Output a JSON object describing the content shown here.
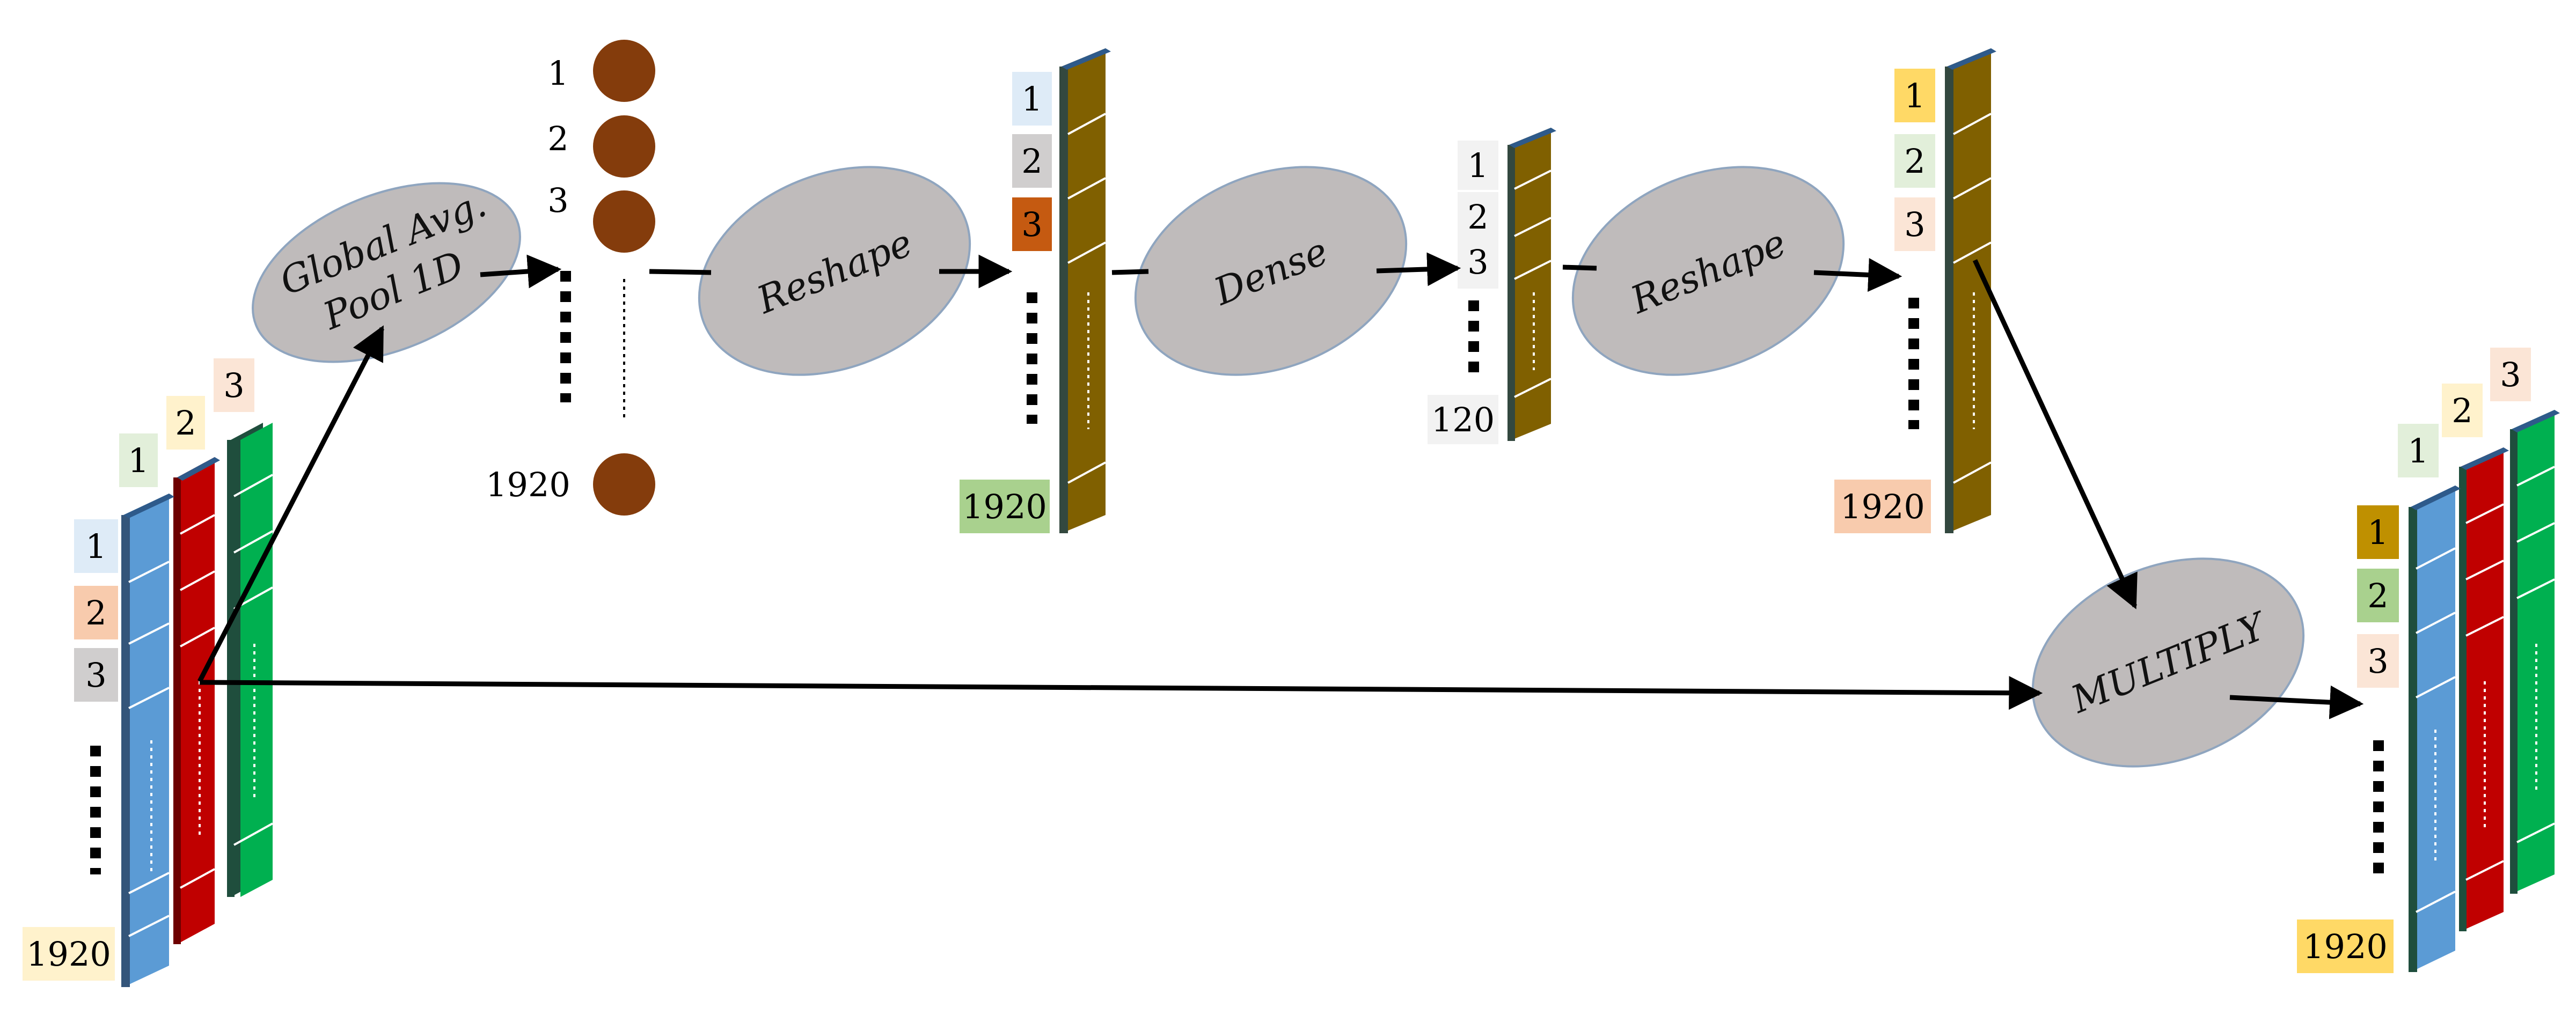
{
  "input_block": {
    "labels": [
      "1",
      "2",
      "3"
    ],
    "row_labels": [
      "1",
      "2",
      "3"
    ],
    "size_label": "1920",
    "columns": [
      {
        "color": "#5b9bd5",
        "side": "#34557a"
      },
      {
        "color": "#c00000",
        "side": "#6e0000"
      },
      {
        "color": "#00b050",
        "side": "#1f4e3d"
      }
    ]
  },
  "gap": {
    "op_label": "Global Avg. Pool 1D",
    "op_lines": [
      "Global Avg.",
      "Pool 1D"
    ],
    "node_labels": [
      "1",
      "2",
      "3",
      "1920"
    ],
    "node_color": "#843c0c"
  },
  "reshape1": {
    "op_label": "Reshape",
    "row_labels": [
      "1",
      "2",
      "3"
    ],
    "size_label": "1920",
    "column_color": "#806000"
  },
  "dense": {
    "op_label": "Dense",
    "row_labels": [
      "1",
      "2",
      "3"
    ],
    "size_label": "120",
    "column_color": "#806000"
  },
  "reshape2": {
    "op_label": "Reshape",
    "row_labels": [
      "1",
      "2",
      "3"
    ],
    "size_label": "1920",
    "column_color": "#806000"
  },
  "multiply": {
    "op_label": "MULTIPLY"
  },
  "output_block": {
    "labels": [
      "1",
      "2",
      "3"
    ],
    "row_labels": [
      "1",
      "2",
      "3"
    ],
    "size_label": "1920"
  }
}
